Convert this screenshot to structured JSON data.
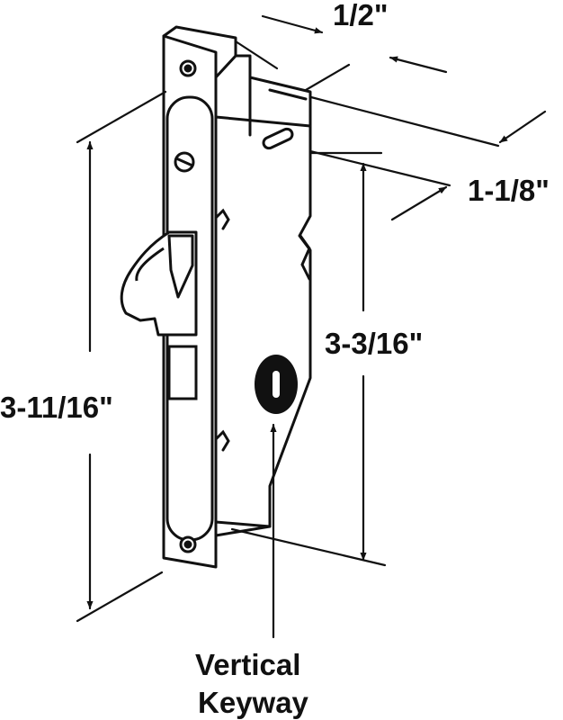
{
  "diagram": {
    "dimensions": {
      "width_top": "1/2\"",
      "depth": "1-1/8\"",
      "inner_height": "3-3/16\"",
      "overall_height": "3-11/16\""
    },
    "callout": {
      "line1": "Vertical",
      "line2": "Keyway"
    },
    "colors": {
      "ink": "#111111",
      "paper": "#ffffff"
    }
  }
}
